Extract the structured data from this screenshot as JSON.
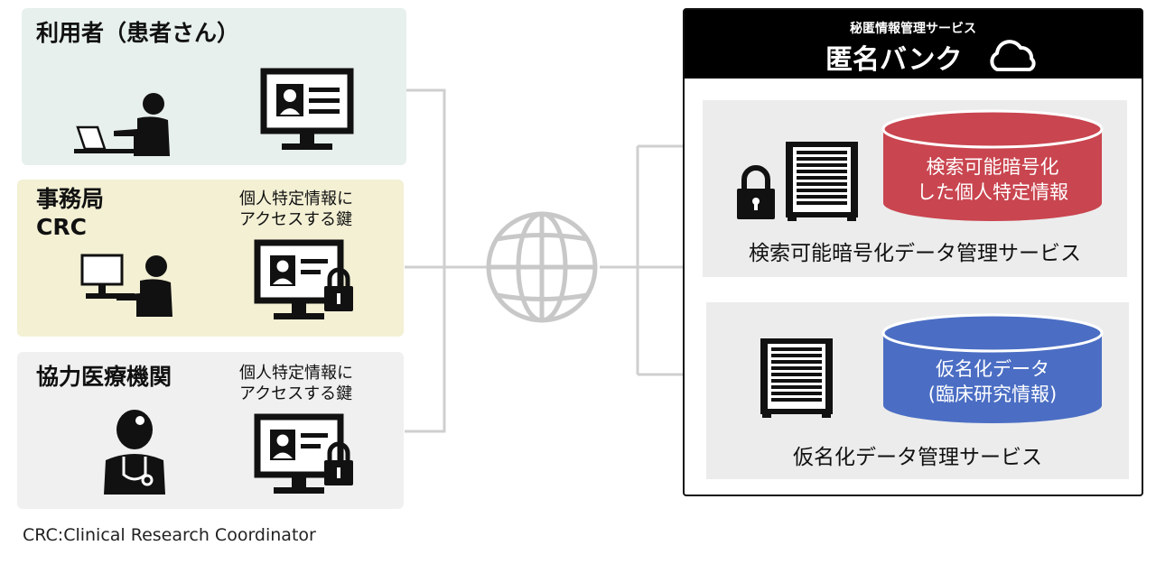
{
  "left_panels": {
    "patient": {
      "title": "利用者（患者さん）"
    },
    "office": {
      "title_line1": "事務局",
      "title_line2": "CRC",
      "key_line1": "個人特定情報に",
      "key_line2": "アクセスする鍵"
    },
    "hospital": {
      "title": "協力医療機関",
      "key_line1": "個人特定情報に",
      "key_line2": "アクセスする鍵"
    }
  },
  "service": {
    "subtitle": "秘匿情報管理サービス",
    "title": "匿名バンク",
    "search_service": {
      "db_line1": "検索可能暗号化",
      "db_line2": "した個人特定情報",
      "label": "検索可能暗号化データ管理サービス"
    },
    "pseudo_service": {
      "db_line1": "仮名化データ",
      "db_line2": "(臨床研究情報)",
      "label": "仮名化データ管理サービス"
    }
  },
  "footnote": "CRC:Clinical Research Coordinator",
  "colors": {
    "patient_bg": "#e7f0ec",
    "office_bg": "#f3f0d4",
    "hospital_bg": "#f0f0f0",
    "service_box_bg": "#ececec",
    "db_red": "#c9454f",
    "db_blue": "#4b6ec4",
    "line_gray": "#cfcfcf",
    "header_black": "#000000"
  }
}
